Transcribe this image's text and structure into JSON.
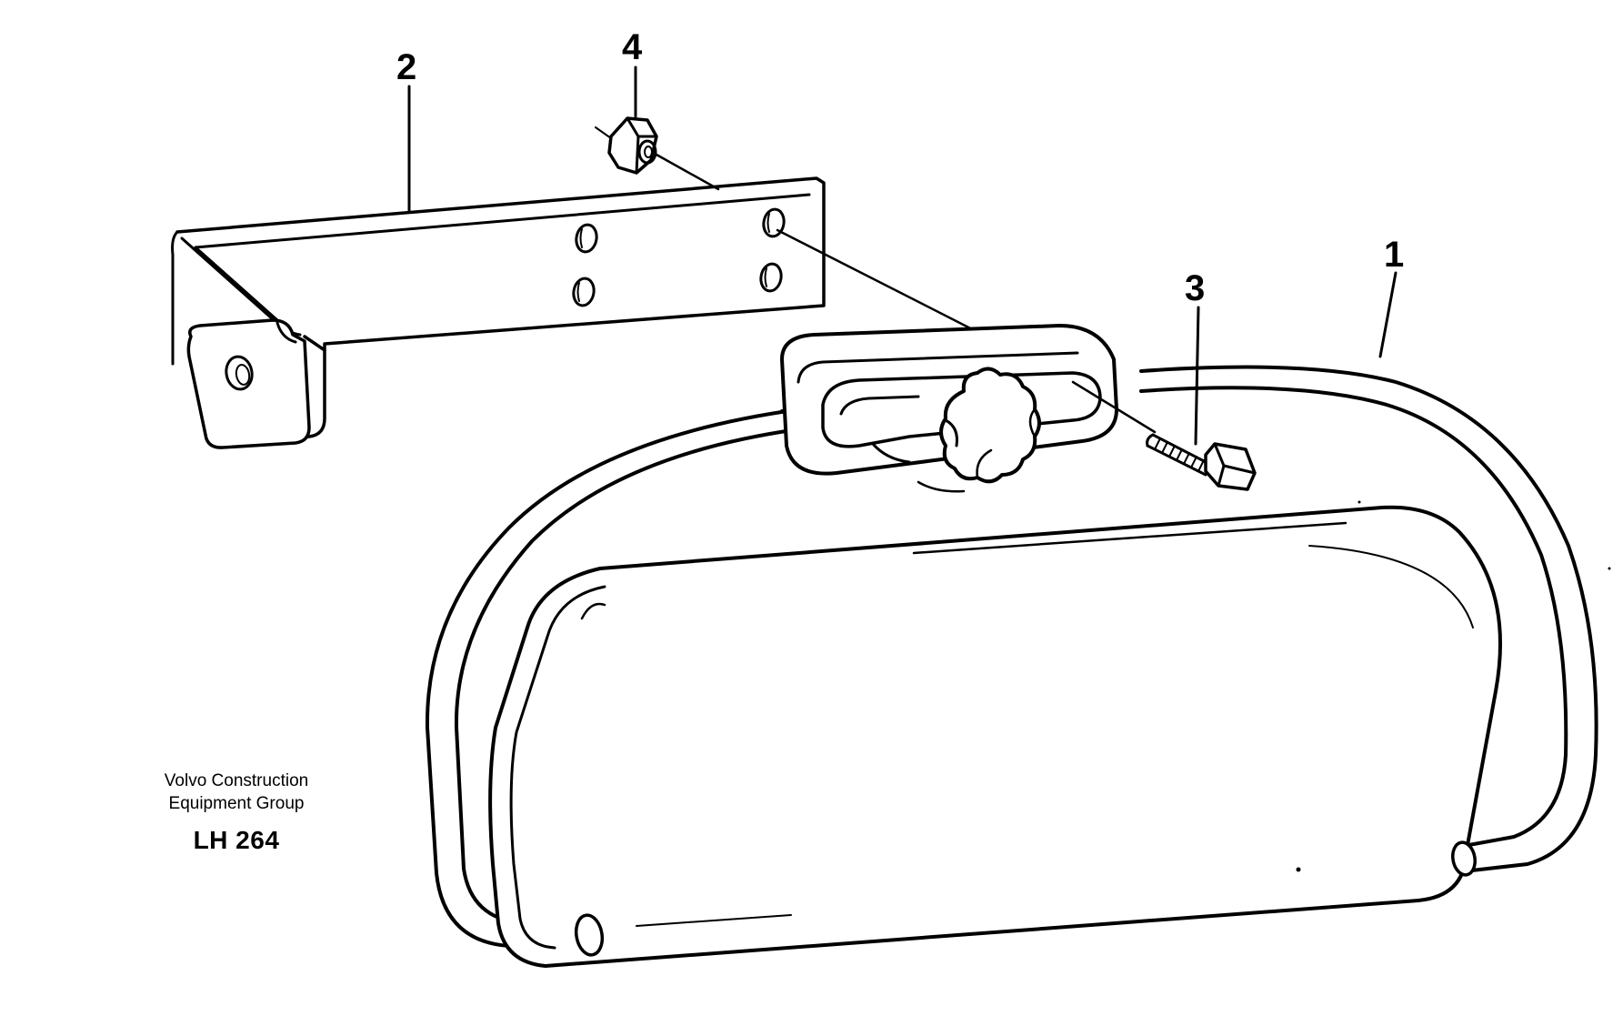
{
  "callouts": {
    "one": "1",
    "two": "2",
    "three": "3",
    "four": "4"
  },
  "caption": {
    "line1": "Volvo Construction",
    "line2": "Equipment Group",
    "code": "LH 264"
  },
  "colors": {
    "ink": "#000000",
    "paper": "#ffffff"
  }
}
